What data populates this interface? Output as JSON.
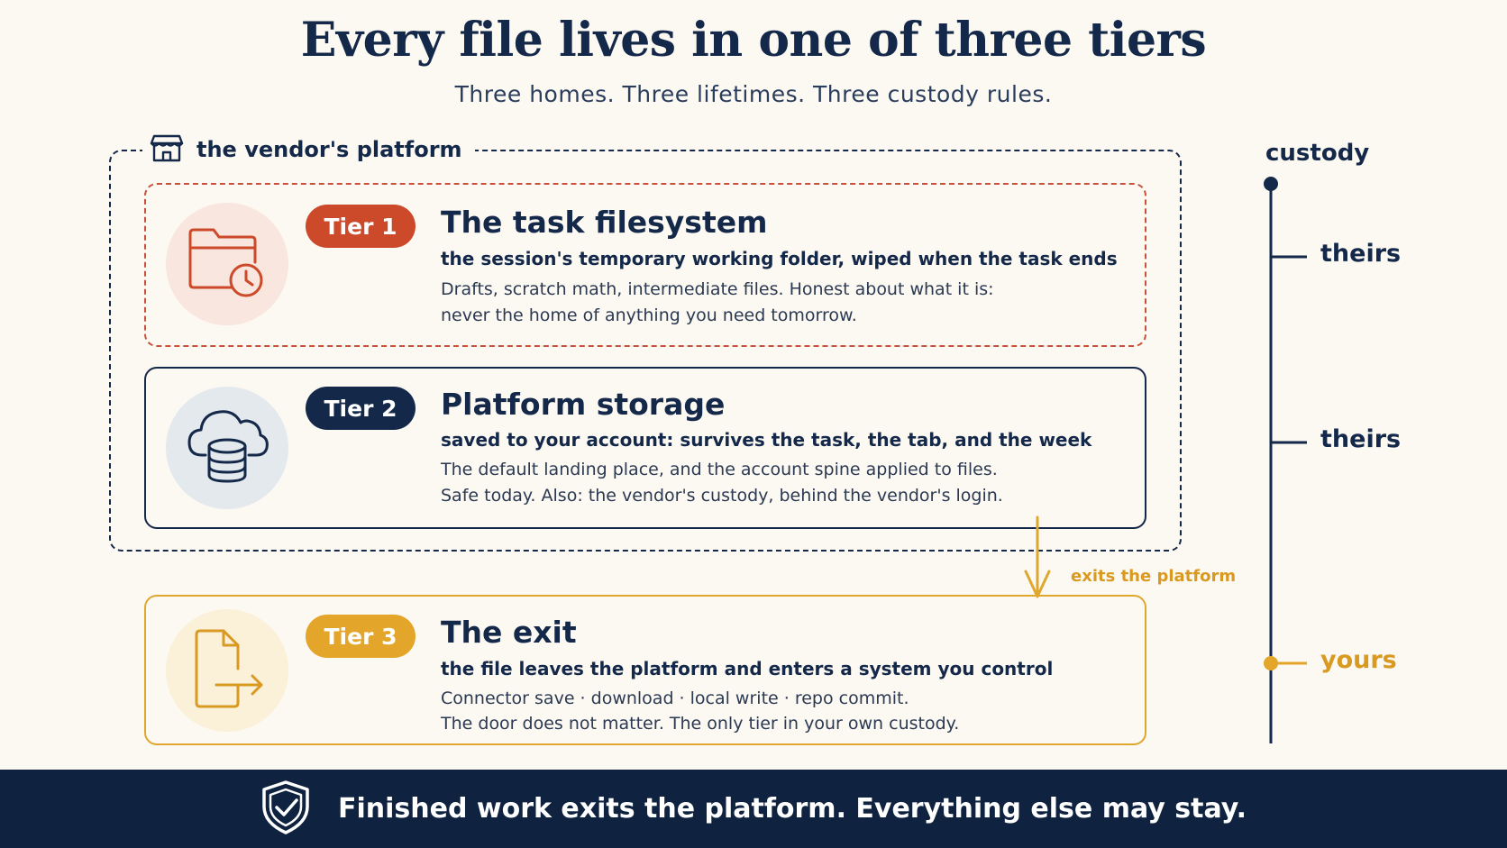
{
  "title": "Every file lives in one of three tiers",
  "subtitle": "Three homes. Three lifetimes. Three custody rules.",
  "vendor_label": "the vendor's platform",
  "tiers": [
    {
      "pill": "Tier 1",
      "title": "The task filesystem",
      "subtitle": "the session's temporary working folder, wiped when the task ends",
      "desc_line1": "Drafts, scratch math, intermediate files. Honest about what it is:",
      "desc_line2": "never the home of anything you need tomorrow.",
      "icon": "folder-clock-icon",
      "color": "#cc4a2a"
    },
    {
      "pill": "Tier 2",
      "title": "Platform storage",
      "subtitle": "saved to your account: survives the task, the tab, and the week",
      "desc_line1": "The default landing place, and the account spine applied to files.",
      "desc_line2": "Safe today. Also: the vendor's custody, behind the vendor's login.",
      "icon": "cloud-database-icon",
      "color": "#14284a"
    },
    {
      "pill": "Tier 3",
      "title": "The exit",
      "subtitle": "the file leaves the platform and enters a system you control",
      "desc_line1": "Connector save · download · local write · repo commit.",
      "desc_line2": "The door does not matter. The only tier in your own custody.",
      "icon": "file-export-icon",
      "color": "#e3a62a"
    }
  ],
  "exit_label": "exits the platform",
  "custody": {
    "title": "custody",
    "levels": [
      "theirs",
      "theirs",
      "yours"
    ]
  },
  "footer": "Finished work exits the platform. Everything else may stay."
}
